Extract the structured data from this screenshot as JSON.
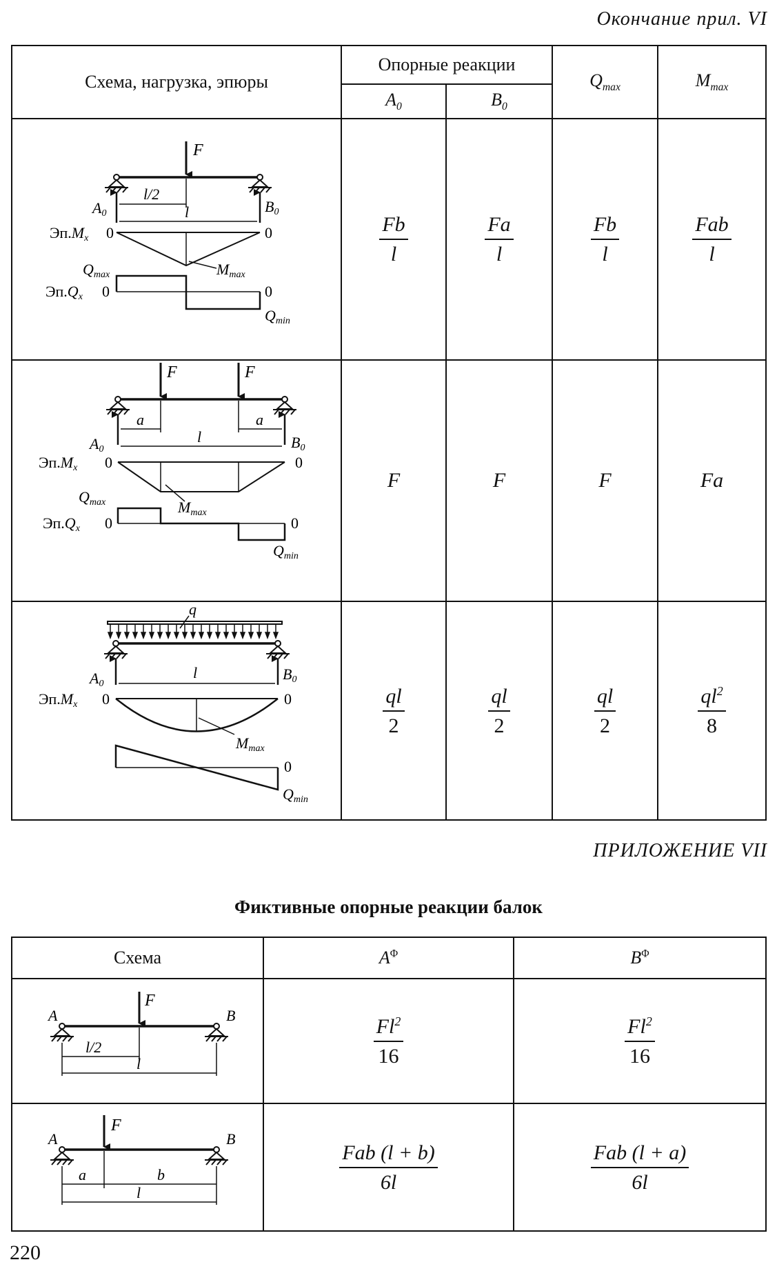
{
  "running_head": "Окончание прил. VI",
  "table1": {
    "headers": {
      "schema": "Схема, нагрузка, эпюры",
      "reactions": "Опорные реакции",
      "a0": "A",
      "a0_sub": "0",
      "b0": "B",
      "b0_sub": "0",
      "qmax": "Q",
      "qmax_sub": "max",
      "mmax": "M",
      "mmax_sub": "max"
    },
    "rows": [
      {
        "a0": {
          "num": "Fb",
          "den": "l"
        },
        "b0": {
          "num": "Fa",
          "den": "l"
        },
        "qmax": {
          "num": "Fb",
          "den": "l"
        },
        "mmax": {
          "num": "Fab",
          "den": "l"
        },
        "diagram": {
          "force": "F",
          "half": "l/2",
          "span": "l",
          "a0": "A",
          "a0_sub": "0",
          "b0": "B",
          "b0_sub": "0",
          "ep_m": "Эп.",
          "mx": "M",
          "mx_sub": "x",
          "zero": "0",
          "mmax": "M",
          "mmax_sub": "max",
          "qmax": "Q",
          "qmax_sub": "max",
          "ep_q": "Эп.",
          "qx": "Q",
          "qx_sub": "x",
          "qmin": "Q",
          "qmin_sub": "min"
        }
      },
      {
        "a0": "F",
        "b0": "F",
        "qmax": "F",
        "mmax": "Fa",
        "diagram": {
          "force": "F",
          "a": "a",
          "span": "l",
          "a0": "A",
          "a0_sub": "0",
          "b0": "B",
          "b0_sub": "0",
          "ep_m": "Эп.",
          "mx": "M",
          "mx_sub": "x",
          "zero": "0",
          "mmax": "M",
          "mmax_sub": "max",
          "qmax": "Q",
          "qmax_sub": "max",
          "ep_q": "Эп.",
          "qx": "Q",
          "qx_sub": "x",
          "qmin": "Q",
          "qmin_sub": "min"
        }
      },
      {
        "a0": {
          "num": "ql",
          "den": "2"
        },
        "b0": {
          "num": "ql",
          "den": "2"
        },
        "qmax": {
          "num": "ql",
          "den": "2"
        },
        "mmax": {
          "num": "ql",
          "num_sup": "2",
          "den": "8"
        },
        "diagram": {
          "load": "q",
          "span": "l",
          "a0": "A",
          "a0_sub": "0",
          "b0": "B",
          "b0_sub": "0",
          "ep_m": "Эп.",
          "mx": "M",
          "mx_sub": "x",
          "zero": "0",
          "mmax": "M",
          "mmax_sub": "max",
          "qmin": "Q",
          "qmin_sub": "min"
        }
      }
    ]
  },
  "appendix_head": "ПРИЛОЖЕНИЕ VII",
  "appendix_title": "Фиктивные опорные реакции балок",
  "table2": {
    "headers": {
      "schema": "Схема",
      "a": "A",
      "a_sup": "Φ",
      "b": "B",
      "b_sup": "Φ"
    },
    "rows": [
      {
        "a": {
          "num": "Fl",
          "num_sup": "2",
          "den": "16"
        },
        "b": {
          "num": "Fl",
          "num_sup": "2",
          "den": "16"
        },
        "diagram": {
          "A": "A",
          "B": "B",
          "force": "F",
          "half": "l/2",
          "span": "l"
        }
      },
      {
        "a": {
          "num": "Fab (l + b)",
          "den": "6l"
        },
        "b": {
          "num": "Fab (l + a)",
          "den": "6l"
        },
        "diagram": {
          "A": "A",
          "B": "B",
          "force": "F",
          "a": "a",
          "b": "b",
          "span": "l"
        }
      }
    ]
  },
  "page_number": "220"
}
